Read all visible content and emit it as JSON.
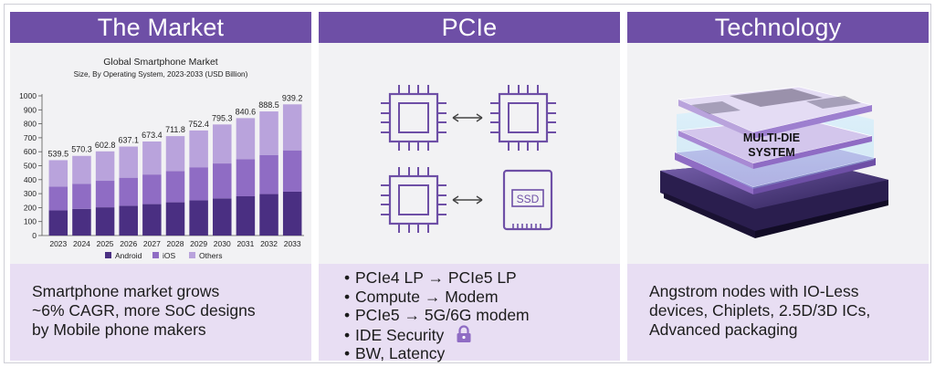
{
  "panels": [
    {
      "title": "The Market",
      "footer_lines": [
        "Smartphone market grows",
        "~6% CAGR, more SoC designs",
        "by Mobile phone makers"
      ]
    },
    {
      "title": "PCIe",
      "chip_label": "SSD",
      "bullets": [
        "PCIe4 LP → PCIe5 LP",
        "Compute → Modem",
        "PCIe5 → 5G/6G modem",
        "IDE Security",
        "BW, Latency"
      ]
    },
    {
      "title": "Technology",
      "diagram_label_1": "MULTI-DIE",
      "diagram_label_2": "SYSTEM",
      "footer_lines": [
        "Angstrom nodes with IO-Less",
        "devices, Chiplets, 2.5D/3D ICs,",
        "Advanced packaging"
      ]
    }
  ],
  "icons": [
    "chip-icon",
    "double-arrow-icon",
    "ssd-icon",
    "lock-icon"
  ],
  "colors": {
    "header": "#6e4fa6",
    "footer": "#e8def3",
    "android": "#4a2f82",
    "ios": "#8f6cc4",
    "others": "#b9a3dc"
  },
  "chart_data": {
    "type": "bar",
    "stacked": true,
    "title": "Global Smartphone Market",
    "subtitle": "Size, By Operating System, 2023-2033 (USD Billion)",
    "categories": [
      "2023",
      "2024",
      "2025",
      "2026",
      "2027",
      "2028",
      "2029",
      "2030",
      "2031",
      "2032",
      "2033"
    ],
    "totals": [
      539.5,
      570.3,
      602.8,
      637.1,
      673.4,
      711.8,
      752.4,
      795.3,
      840.6,
      888.5,
      939.2
    ],
    "total_labels": [
      "539.5",
      "570.3",
      "602.8",
      "637.1",
      "673.4",
      "711.8",
      "752.4",
      "795.3",
      "840.6",
      "888.5",
      "939.2"
    ],
    "series": [
      {
        "name": "Android",
        "values": [
          180,
          191,
          202,
          213,
          225,
          238,
          252,
          266,
          281,
          297,
          314
        ]
      },
      {
        "name": "iOS",
        "values": [
          170,
          180,
          190,
          201,
          212,
          224,
          237,
          250,
          265,
          280,
          296
        ]
      },
      {
        "name": "Others",
        "values": [
          189.5,
          199.3,
          210.8,
          223.1,
          236.4,
          249.8,
          263.4,
          279.3,
          294.6,
          311.5,
          329.2
        ]
      }
    ],
    "yticks": [
      "0",
      "100",
      "200",
      "300",
      "400",
      "500",
      "600",
      "700",
      "800",
      "900",
      "1000"
    ],
    "ylim": [
      0,
      1000
    ],
    "grid": false,
    "legend": "bottom"
  }
}
